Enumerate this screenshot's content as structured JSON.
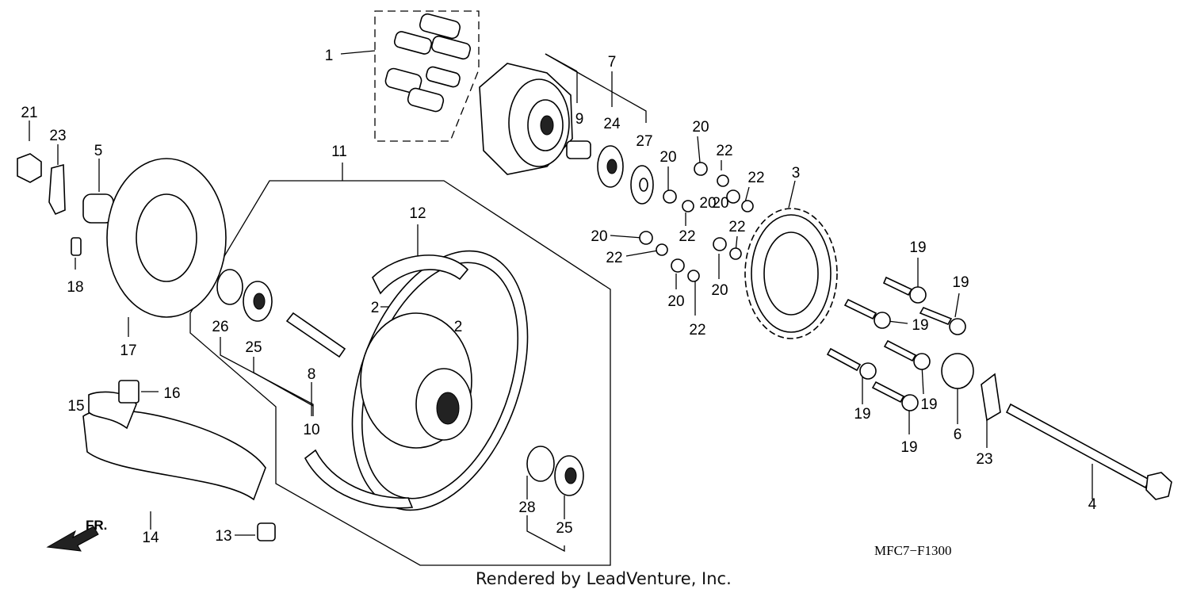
{
  "diagram": {
    "labels": {
      "l1": "1",
      "l2a": "2",
      "l2b": "2",
      "l3": "3",
      "l4": "4",
      "l5": "5",
      "l6": "6",
      "l7": "7",
      "l8": "8",
      "l9": "9",
      "l10": "10",
      "l11": "11",
      "l12": "12",
      "l13": "13",
      "l14": "14",
      "l15": "15",
      "l16": "16",
      "l17": "17",
      "l18": "18",
      "l19a": "19",
      "l19b": "19",
      "l19c": "19",
      "l19d": "19",
      "l19e": "19",
      "l19f": "19",
      "l20a": "20",
      "l20b": "20",
      "l20c": "20",
      "l20d": "20",
      "l20e": "20",
      "l20f": "20",
      "l20g": "20",
      "l21": "21",
      "l22a": "22",
      "l22b": "22",
      "l22c": "22",
      "l22d": "22",
      "l22e": "22",
      "l22f": "22",
      "l23a": "23",
      "l23b": "23",
      "l24": "24",
      "l25a": "25",
      "l25b": "25",
      "l26": "26",
      "l27": "27",
      "l28": "28"
    },
    "diagram_code": "MFC7−F1300",
    "direction_label": "FR.",
    "credit": "Rendered by LeadVenture, Inc."
  }
}
